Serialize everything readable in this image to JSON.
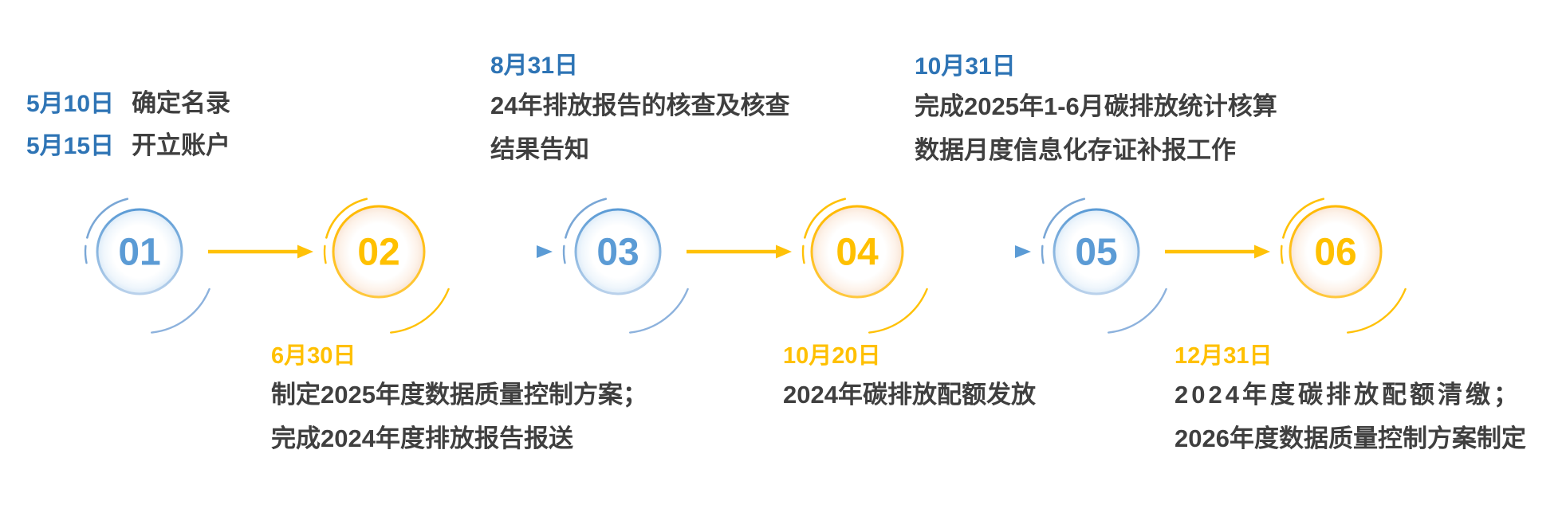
{
  "palette": {
    "date_blue": "#2e74b5",
    "node_blue": "#5b9bd5",
    "yellow": "#ffc000",
    "body_text": "#3f3f3f"
  },
  "annotations": {
    "top_left": {
      "rows": [
        {
          "date": "5月10日",
          "text": "确定名录"
        },
        {
          "date": "5月15日",
          "text": "开立账户"
        }
      ]
    },
    "top_mid": {
      "date": "8月31日",
      "line1": "24年排放报告的核查及核查",
      "line2": "结果告知"
    },
    "top_right": {
      "date": "10月31日",
      "line1": "完成2025年1-6月碳排放统计核算",
      "line2": "数据月度信息化存证补报工作"
    },
    "bottom_left": {
      "date": "6月30日",
      "line1": "制定2025年度数据质量控制方案；",
      "line2": "完成2024年度排放报告报送"
    },
    "bottom_mid": {
      "date": "10月20日",
      "line1": "2024年碳排放配额发放"
    },
    "bottom_right": {
      "date": "12月31日",
      "line1": "2024年度碳排放配额清缴；",
      "line2": "2026年度数据质量控制方案制定"
    }
  },
  "nodes": [
    {
      "number": "01",
      "color": "blue"
    },
    {
      "number": "02",
      "color": "yellow"
    },
    {
      "number": "03",
      "color": "blue"
    },
    {
      "number": "04",
      "color": "yellow"
    },
    {
      "number": "05",
      "color": "blue"
    },
    {
      "number": "06",
      "color": "yellow"
    }
  ]
}
